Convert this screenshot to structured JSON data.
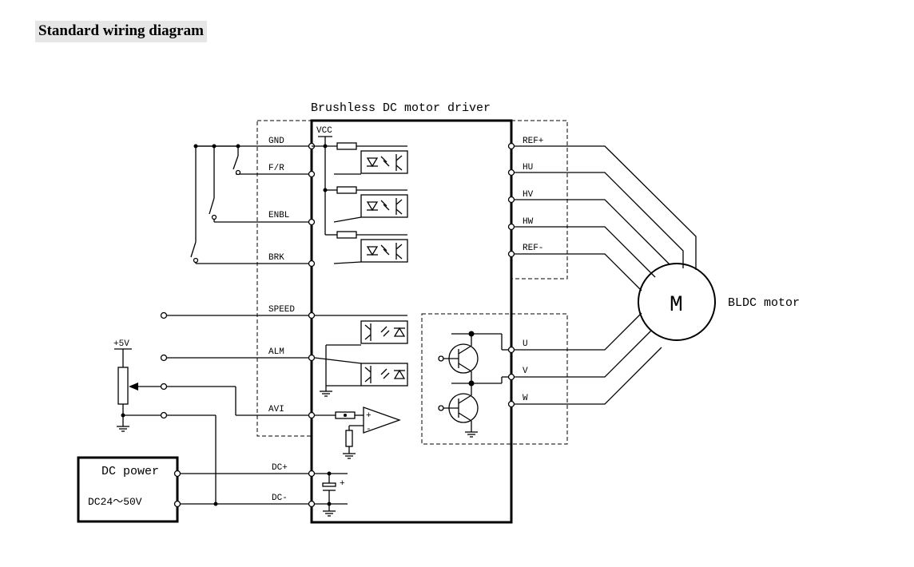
{
  "heading": "Standard wiring diagram",
  "driver_title": "Brushless DC motor driver",
  "vcc_label": "VCC",
  "inputs": [
    "GND",
    "F/R",
    "ENBL",
    "BRK",
    "SPEED",
    "ALM",
    "AVI"
  ],
  "hall_outputs": [
    "REF+",
    "HU",
    "HV",
    "HW",
    "REF-"
  ],
  "phase_outputs": [
    "U",
    "V",
    "W"
  ],
  "power_pins": [
    "DC+",
    "DC-"
  ],
  "pot_supply": "+5V",
  "motor_symbol": "M",
  "motor_label": "BLDC motor",
  "power_box_title": "DC power",
  "power_box_range": "DC24〜50V",
  "cap_polarity": "+",
  "opamp_plus": "+",
  "opamp_minus": "-"
}
